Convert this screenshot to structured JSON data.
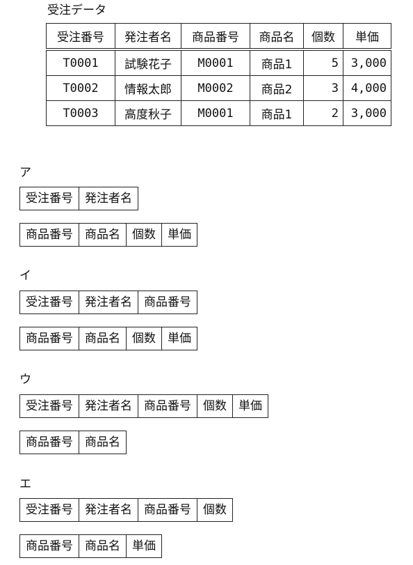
{
  "title": "受注データ",
  "table": {
    "headers": [
      "受注番号",
      "発注者名",
      "商品番号",
      "商品名",
      "個数",
      "単価"
    ],
    "rows": [
      [
        "T0001",
        "試験花子",
        "M0001",
        "商品1",
        "5",
        "3,000"
      ],
      [
        "T0002",
        "情報太郎",
        "M0002",
        "商品2",
        "3",
        "4,000"
      ],
      [
        "T0003",
        "高度秋子",
        "M0001",
        "商品1",
        "2",
        "3,000"
      ]
    ]
  },
  "options": [
    {
      "label": "ア",
      "relations": [
        [
          "受注番号",
          "発注者名"
        ],
        [
          "商品番号",
          "商品名",
          "個数",
          "単価"
        ]
      ]
    },
    {
      "label": "イ",
      "relations": [
        [
          "受注番号",
          "発注者名",
          "商品番号"
        ],
        [
          "商品番号",
          "商品名",
          "個数",
          "単価"
        ]
      ]
    },
    {
      "label": "ウ",
      "relations": [
        [
          "受注番号",
          "発注者名",
          "商品番号",
          "個数",
          "単価"
        ],
        [
          "商品番号",
          "商品名"
        ]
      ]
    },
    {
      "label": "エ",
      "relations": [
        [
          "受注番号",
          "発注者名",
          "商品番号",
          "個数"
        ],
        [
          "商品番号",
          "商品名",
          "単価"
        ]
      ]
    }
  ]
}
